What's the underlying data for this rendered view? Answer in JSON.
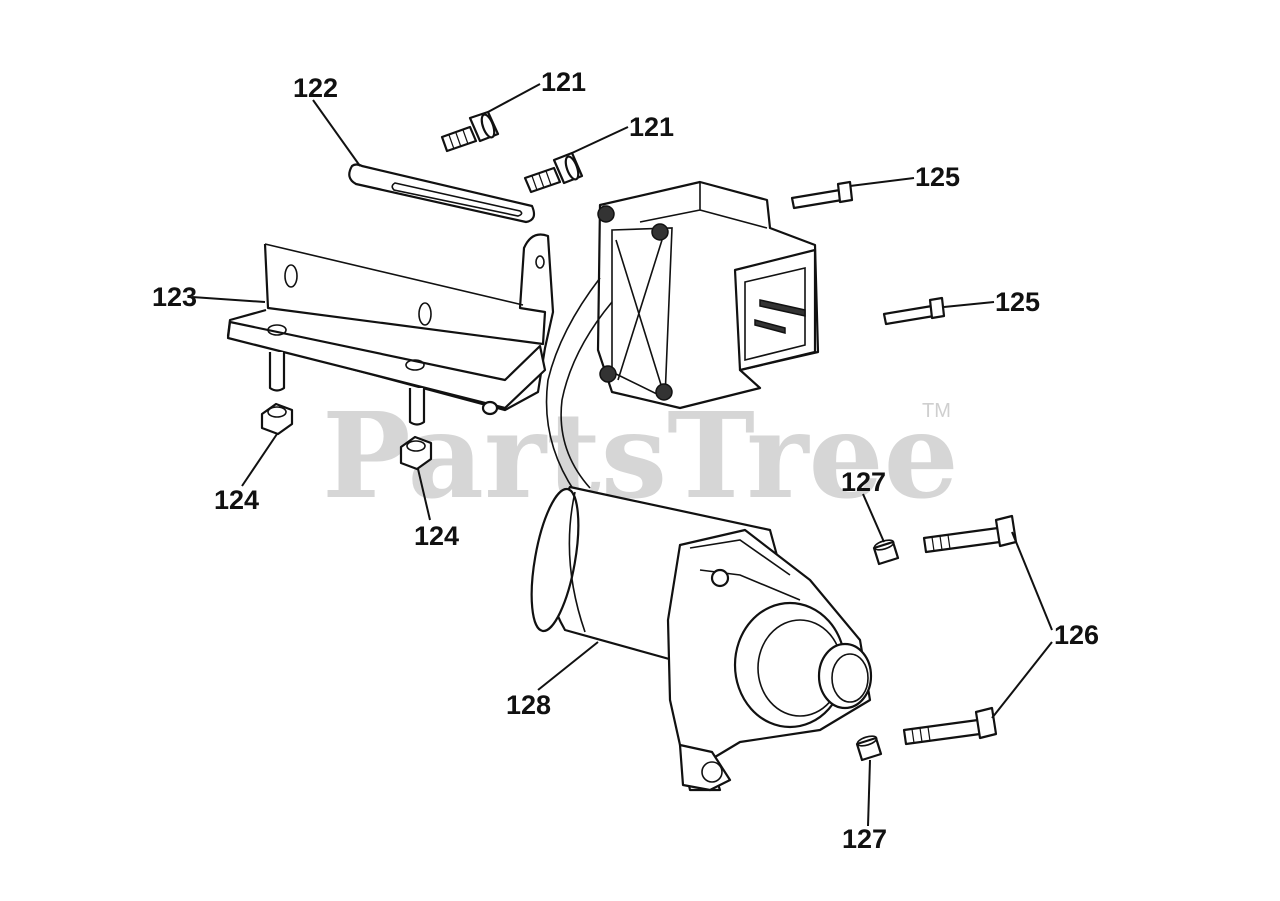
{
  "watermark": {
    "text": "PartsTree",
    "trademark": "TM"
  },
  "callouts": [
    {
      "id": "121a",
      "text": "121"
    },
    {
      "id": "121b",
      "text": "121"
    },
    {
      "id": "122",
      "text": "122"
    },
    {
      "id": "123",
      "text": "123"
    },
    {
      "id": "124a",
      "text": "124"
    },
    {
      "id": "124b",
      "text": "124"
    },
    {
      "id": "125a",
      "text": "125"
    },
    {
      "id": "125b",
      "text": "125"
    },
    {
      "id": "126",
      "text": "126"
    },
    {
      "id": "127a",
      "text": "127"
    },
    {
      "id": "127b",
      "text": "127"
    },
    {
      "id": "128",
      "text": "128"
    }
  ],
  "colors": {
    "line": "#111111",
    "watermark": "#d6d6d6",
    "background": "#ffffff"
  }
}
